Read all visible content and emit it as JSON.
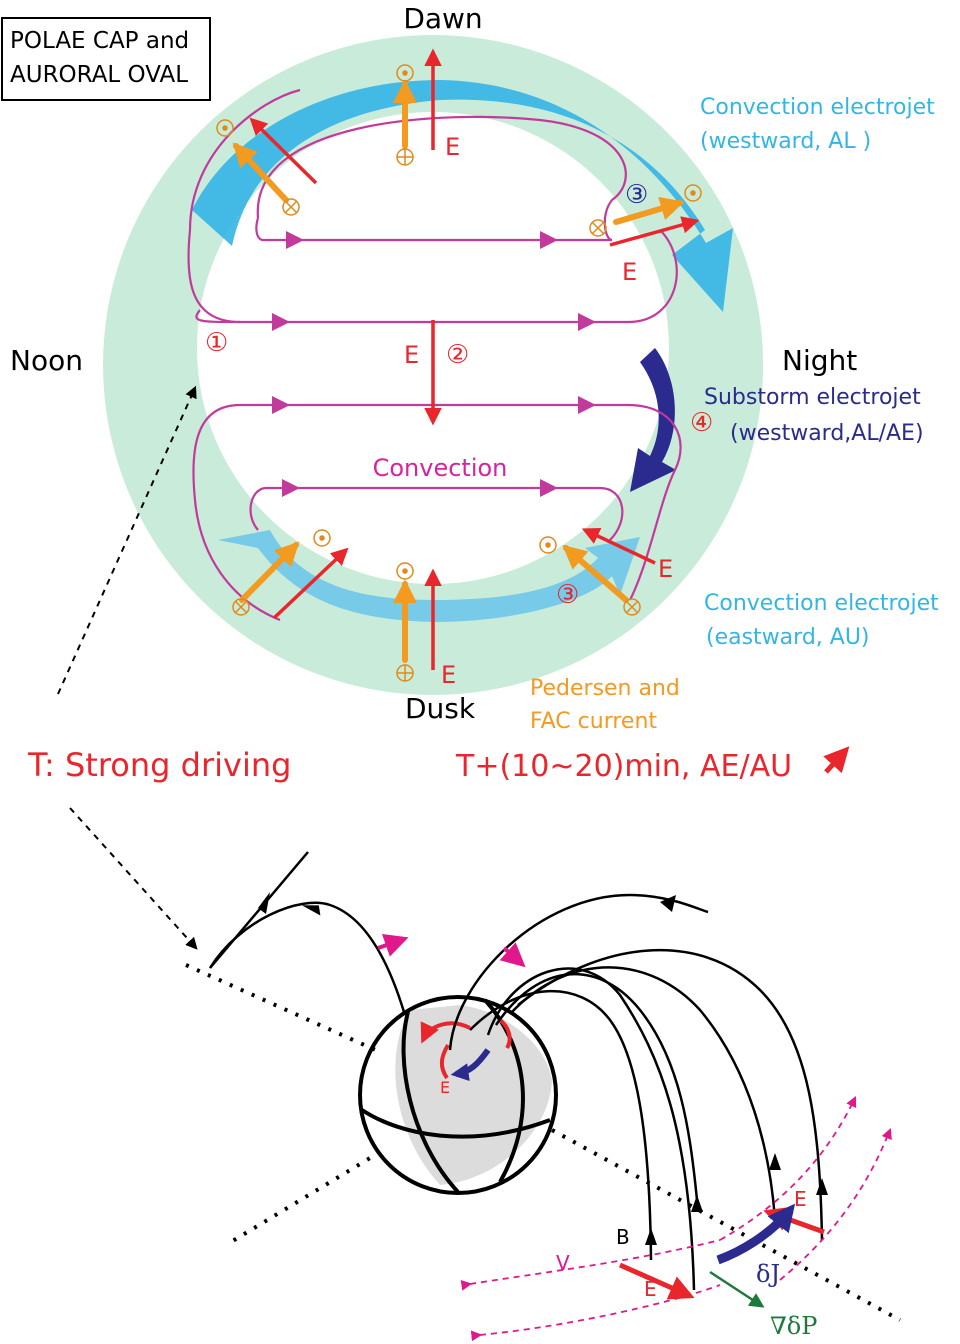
{
  "box": {
    "line1": "POLAE CAP and",
    "line2": "AURORAL OVAL"
  },
  "directions": {
    "dawn": "Dawn",
    "dusk": "Dusk",
    "noon": "Noon",
    "night": "Night"
  },
  "electrojets": {
    "westward_conv_line1": "Convection electrojet",
    "westward_conv_line2": "(westward, AL )",
    "substorm_line1": "Substorm electrojet",
    "substorm_line2": "(westward,AL/AE)",
    "eastward_conv_line1": "Convection electrojet",
    "eastward_conv_line2": "(eastward, AU)"
  },
  "convection_label": "Convection",
  "current_label": {
    "line1": "Pedersen and",
    "line2": "FAC current"
  },
  "field_symbol": "E",
  "region_numbers": {
    "one": "①",
    "two": "②",
    "three": "③",
    "four": "④"
  },
  "captions": {
    "left": "T: Strong driving",
    "right": "T+(10~20)min, AE/AU"
  },
  "magnetosphere": {
    "b_label": "B",
    "v_label": "V",
    "dj_label": "δJ",
    "grad_label": "∇δP",
    "e_label": "E"
  },
  "colors": {
    "oval": "#c9ebd9",
    "convection": "#c23a9b",
    "electric_field": "#e8262b",
    "current": "#f39a21",
    "convection_jet": "#33b5e5",
    "substorm_jet": "#2b2a8f",
    "grad_arrow": "#1e7a3c"
  }
}
